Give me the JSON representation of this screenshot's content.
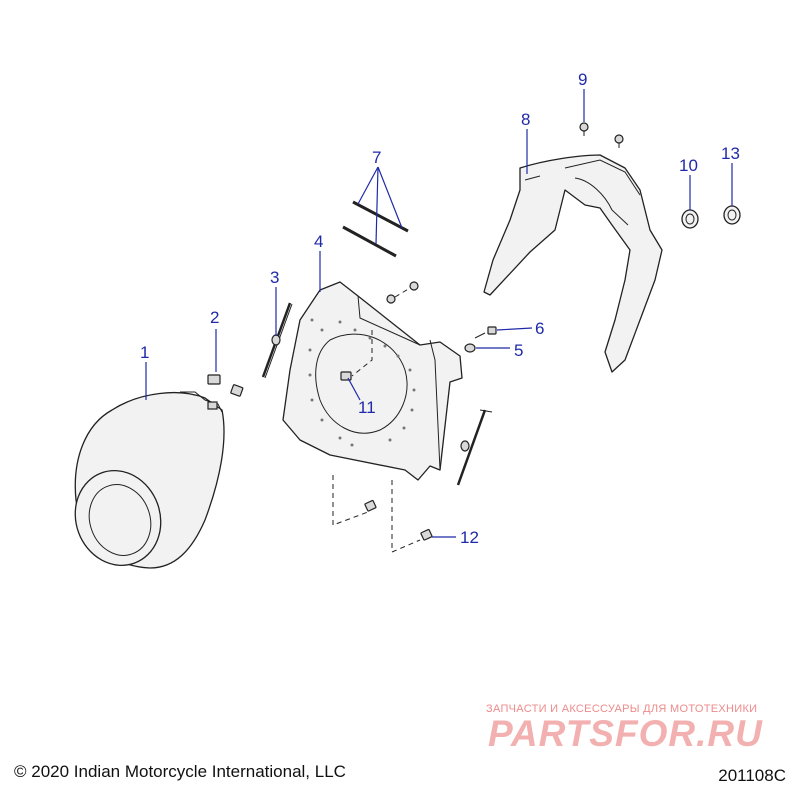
{
  "callouts": {
    "c1": "1",
    "c2": "2",
    "c3": "3",
    "c4": "4",
    "c5": "5",
    "c6": "6",
    "c7": "7",
    "c8": "8",
    "c9": "9",
    "c10": "10",
    "c11": "11",
    "c12": "12",
    "c13": "13"
  },
  "footer": {
    "copyright": "© 2020 Indian Motorcycle International, LLC",
    "code": "201108C"
  },
  "watermark": {
    "tagline": "ЗАПЧАСТИ И АКСЕССУАРЫ ДЛЯ МОТОТЕХНИКИ",
    "logo": "PARTSFOR.RU"
  },
  "colors": {
    "callout": "#1f2aa8",
    "line": "#222222",
    "watermark": "#f3b0b0"
  }
}
